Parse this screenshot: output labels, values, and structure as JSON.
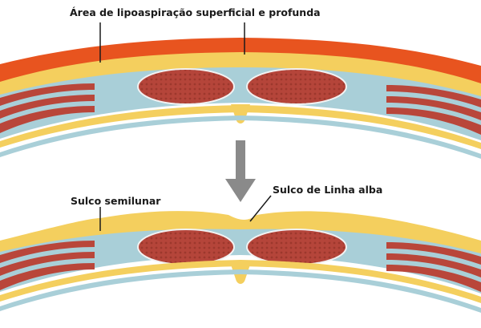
{
  "labels": {
    "top": "Área de lipoaspiração superficial e profunda",
    "semilunar": "Sulco semilunar",
    "linha_alba": "Sulco de Linha alba"
  },
  "colors": {
    "fat_outer": "#e8541f",
    "fat_inner": "#f4cf5e",
    "fascia": "#a9cfd8",
    "muscle": "#b9463a",
    "arrow": "#8a8a8a"
  }
}
